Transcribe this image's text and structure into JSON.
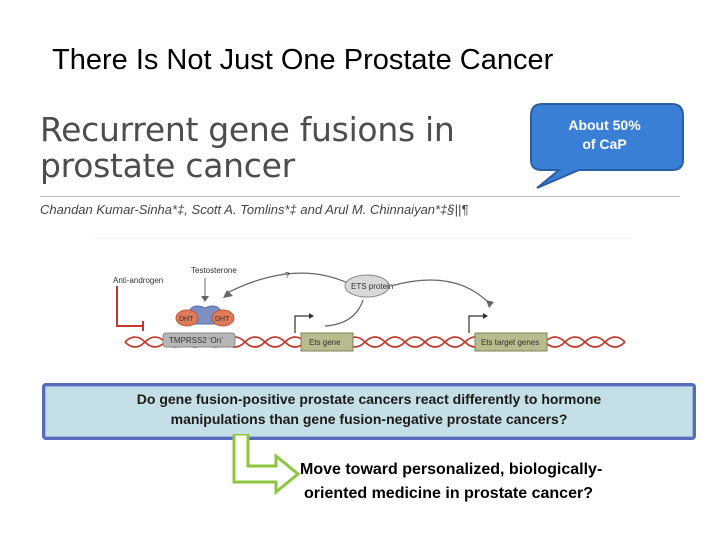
{
  "slide": {
    "title": "There Is Not Just One Prostate Cancer"
  },
  "paper": {
    "title_line1": "Recurrent gene fusions in",
    "title_line2": "prostate cancer",
    "authors": "Chandan Kumar-Sinha*‡, Scott A. Tomlins*‡ and Arul M. Chinnaiyan*‡§||¶"
  },
  "figure": {
    "labels": {
      "testosterone": "Testosterone",
      "anti_androgen": "Anti-androgen",
      "dht_left": "DHT",
      "dht_right": "DHT",
      "question_mark": "?",
      "ets_protein": "ETS protein",
      "tmprss2": "TMPRSS2 'On'",
      "ets_gene": "Ets gene",
      "ets_target": "Ets target genes"
    },
    "colors": {
      "dna_red": "#c0392b",
      "receptor_blue": "#7b8fc4",
      "dht_orange": "#e07b5a",
      "protein_gray": "#d9d9d9",
      "box_olive": "#b8bb8e"
    }
  },
  "callout": {
    "line1": "About 50%",
    "line2": "of CaP",
    "color": "#3a7fd6"
  },
  "question": {
    "line1": "Do gene fusion-positive prostate cancers react differently to hormone",
    "line2": "manipulations than gene fusion-negative prostate cancers?",
    "fill": "#c5dfe6",
    "border": "#556cbf"
  },
  "conclusion": {
    "line1": "Move toward personalized, biologically-",
    "line2": "oriented medicine in prostate cancer?"
  },
  "arrow": {
    "fill": "#ffffff",
    "stroke": "#8dc63f"
  }
}
